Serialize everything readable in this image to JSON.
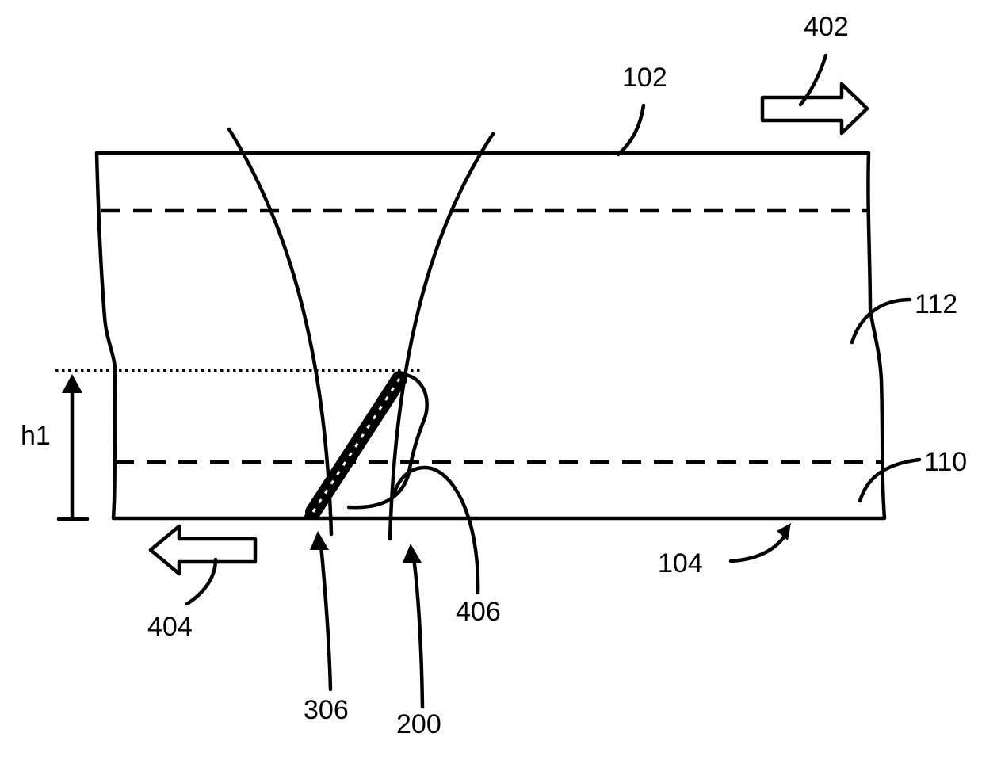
{
  "labels": {
    "l402": "402",
    "l102": "102",
    "l112": "112",
    "l110": "110",
    "lh1": "h1",
    "l104": "104",
    "l404": "404",
    "l406": "406",
    "l306": "306",
    "l200": "200"
  },
  "colors": {
    "line": "#000000",
    "background": "#ffffff"
  }
}
